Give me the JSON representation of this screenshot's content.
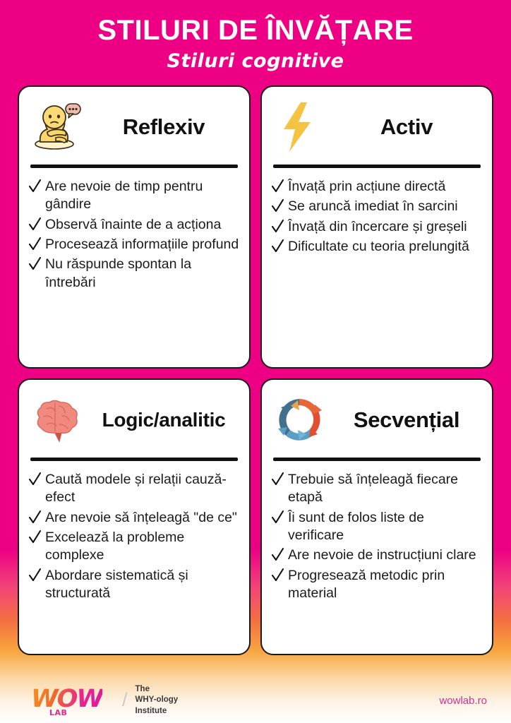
{
  "header": {
    "title": "STILURI DE ÎNVĂȚARE",
    "subtitle": "Stiluri cognitive"
  },
  "cards": [
    {
      "icon": "thinking-person-icon",
      "title": "Reflexiv",
      "items": [
        "Are nevoie de timp pentru gândire",
        "Observă înainte de a acționa",
        "Procesează informațiile profund",
        "Nu răspunde spontan la întrebări"
      ]
    },
    {
      "icon": "lightning-bolt-icon",
      "title": "Activ",
      "items": [
        "Învață prin acțiune directă",
        "Se aruncă imediat în sarcini",
        "Învață din încercare și greșeli",
        "Dificultate cu teoria prelungită"
      ]
    },
    {
      "icon": "brain-icon",
      "title": "Logic/analitic",
      "items": [
        "Caută modele și relații cauză-efect",
        "Are nevoie să înțeleagă \"de ce\"",
        "Excelează la probleme complexe",
        "Abordare sistematică și structurată"
      ]
    },
    {
      "icon": "cycle-arrows-icon",
      "title": "Secvențial",
      "items": [
        "Trebuie să înțeleagă fiecare etapă",
        "Îi sunt de folos liste de verificare",
        "Are nevoie de instrucțiuni clare",
        "Progresează metodic prin material"
      ]
    }
  ],
  "footer": {
    "logo_wordmark": "WOW",
    "logo_sub": "LAB",
    "slash": "/",
    "institute_line1": "The",
    "institute_line2": "WHY-ology",
    "institute_line3": "Institute",
    "url": "wowlab.ro"
  },
  "colors": {
    "background_top": "#ee0084",
    "background_mid": "#f4713f",
    "background_bottom": "#ffffff",
    "card_background": "#ffffff",
    "card_border": "#1a1a1a",
    "text": "#1b1b1b",
    "brand_pink": "#e8268f",
    "brand_orange": "#f4921f",
    "url_color": "#d6308f"
  }
}
